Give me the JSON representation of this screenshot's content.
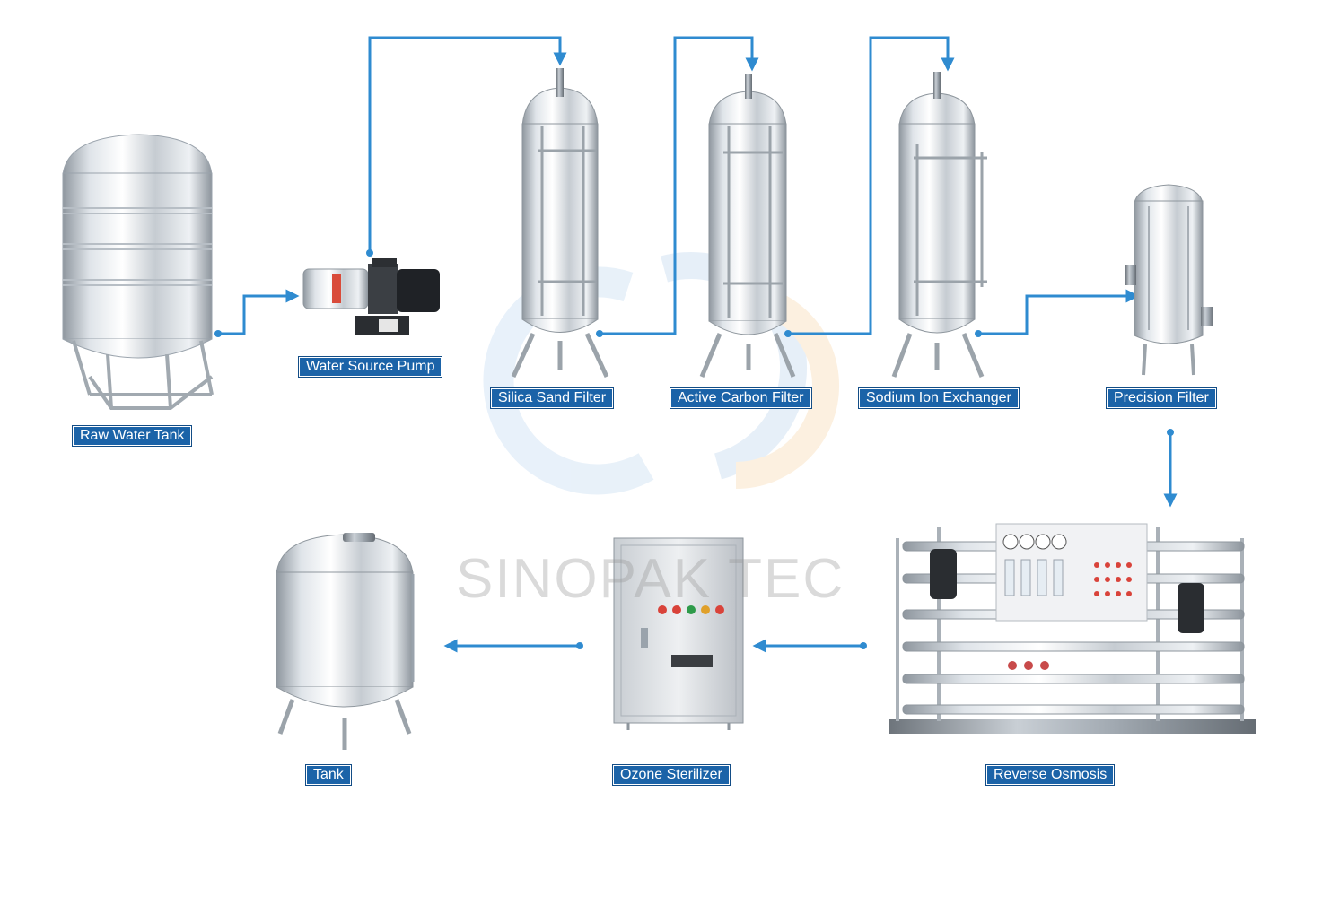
{
  "diagram": {
    "watermark": "SINOPAK TEC",
    "colors": {
      "flow_line": "#2f8bd0",
      "label_bg": "#1b63a8",
      "label_text": "#ffffff",
      "steel_light": "#eef1f4",
      "steel_dark": "#9aa3ac"
    },
    "equipment": [
      {
        "id": "raw-water-tank",
        "label": "Raw Water Tank"
      },
      {
        "id": "water-source-pump",
        "label": "Water Source Pump"
      },
      {
        "id": "silica-sand-filter",
        "label": "Silica Sand Filter"
      },
      {
        "id": "active-carbon-filter",
        "label": "Active Carbon Filter"
      },
      {
        "id": "sodium-ion-exchanger",
        "label": "Sodium Ion Exchanger"
      },
      {
        "id": "precision-filter",
        "label": "Precision Filter"
      },
      {
        "id": "reverse-osmosis",
        "label": "Reverse Osmosis"
      },
      {
        "id": "ozone-sterilizer",
        "label": "Ozone Sterilizer"
      },
      {
        "id": "tank",
        "label": "Tank"
      }
    ],
    "flow": [
      {
        "from": "raw-water-tank",
        "to": "water-source-pump"
      },
      {
        "from": "water-source-pump",
        "to": "silica-sand-filter"
      },
      {
        "from": "silica-sand-filter",
        "to": "active-carbon-filter"
      },
      {
        "from": "active-carbon-filter",
        "to": "sodium-ion-exchanger"
      },
      {
        "from": "sodium-ion-exchanger",
        "to": "precision-filter"
      },
      {
        "from": "precision-filter",
        "to": "reverse-osmosis"
      },
      {
        "from": "reverse-osmosis",
        "to": "ozone-sterilizer"
      },
      {
        "from": "ozone-sterilizer",
        "to": "tank"
      }
    ]
  }
}
